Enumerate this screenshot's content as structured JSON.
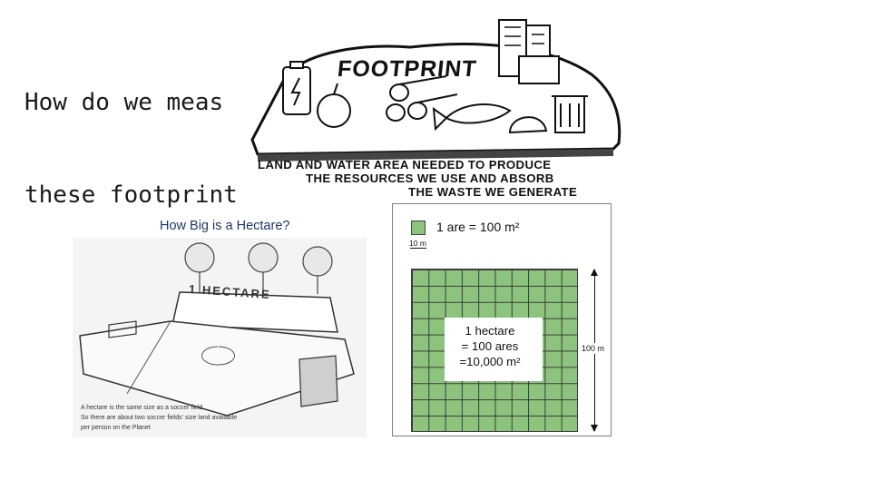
{
  "slide": {
    "title_lines": [
      "How do we meas",
      "these footprint"
    ]
  },
  "footprint_image": {
    "heading": "FOOTPRINT",
    "caption_lines": [
      "LAND AND WATER AREA NEEDED TO PRODUCE",
      "THE RESOURCES WE USE AND ABSORB",
      "THE WASTE WE GENERATE"
    ],
    "icons": [
      "battery-icon",
      "apple-icon",
      "logs-icon",
      "fish-icon",
      "shell-icon",
      "buildings-icon",
      "trash-can-icon"
    ]
  },
  "hectare_image": {
    "heading": "How Big is a Hectare?",
    "banner_text": "1 HECTARE",
    "note_lines": [
      "A hectare is the same size as a soccer field.",
      "So there are about two soccer fields’ size land available",
      "per person on the Planet"
    ]
  },
  "grid_diagram": {
    "are_label": "1 are = 100 m²",
    "side_label": "10 m",
    "hectare_lines": [
      "1 hectare",
      "= 100 ares",
      "=10,000 m²"
    ],
    "length_label": "100 m",
    "grid_cells": 100,
    "fill_color": "#8cc47e"
  }
}
